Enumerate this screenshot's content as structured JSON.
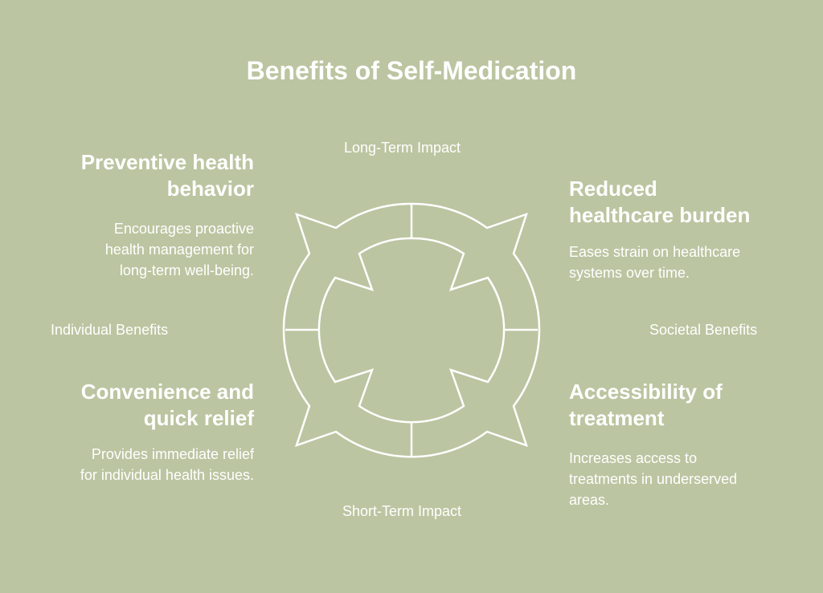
{
  "title": "Benefits of Self-Medication",
  "axes": {
    "top": "Long-Term Impact",
    "bottom": "Short-Term Impact",
    "left": "Individual Benefits",
    "right": "Societal Benefits"
  },
  "quadrants": [
    {
      "position": "top-left",
      "heading_line1": "Preventive health",
      "heading_line2": "behavior",
      "desc_line1": "Encourages proactive",
      "desc_line2": "health management for",
      "desc_line3": "long-term well-being."
    },
    {
      "position": "top-right",
      "heading_line1": "Reduced",
      "heading_line2": "healthcare burden",
      "desc_line1": "Eases strain on healthcare",
      "desc_line2": "systems over time.",
      "desc_line3": ""
    },
    {
      "position": "bottom-left",
      "heading_line1": "Convenience and",
      "heading_line2": "quick relief",
      "desc_line1": "Provides immediate relief",
      "desc_line2": "for individual health issues.",
      "desc_line3": ""
    },
    {
      "position": "bottom-right",
      "heading_line1": "Accessibility of",
      "heading_line2": "treatment",
      "desc_line1": "Increases access to",
      "desc_line2": "treatments in underserved",
      "desc_line3": "areas."
    }
  ],
  "colors": {
    "background": "#bbc5a1",
    "foreground": "#ffffff"
  }
}
